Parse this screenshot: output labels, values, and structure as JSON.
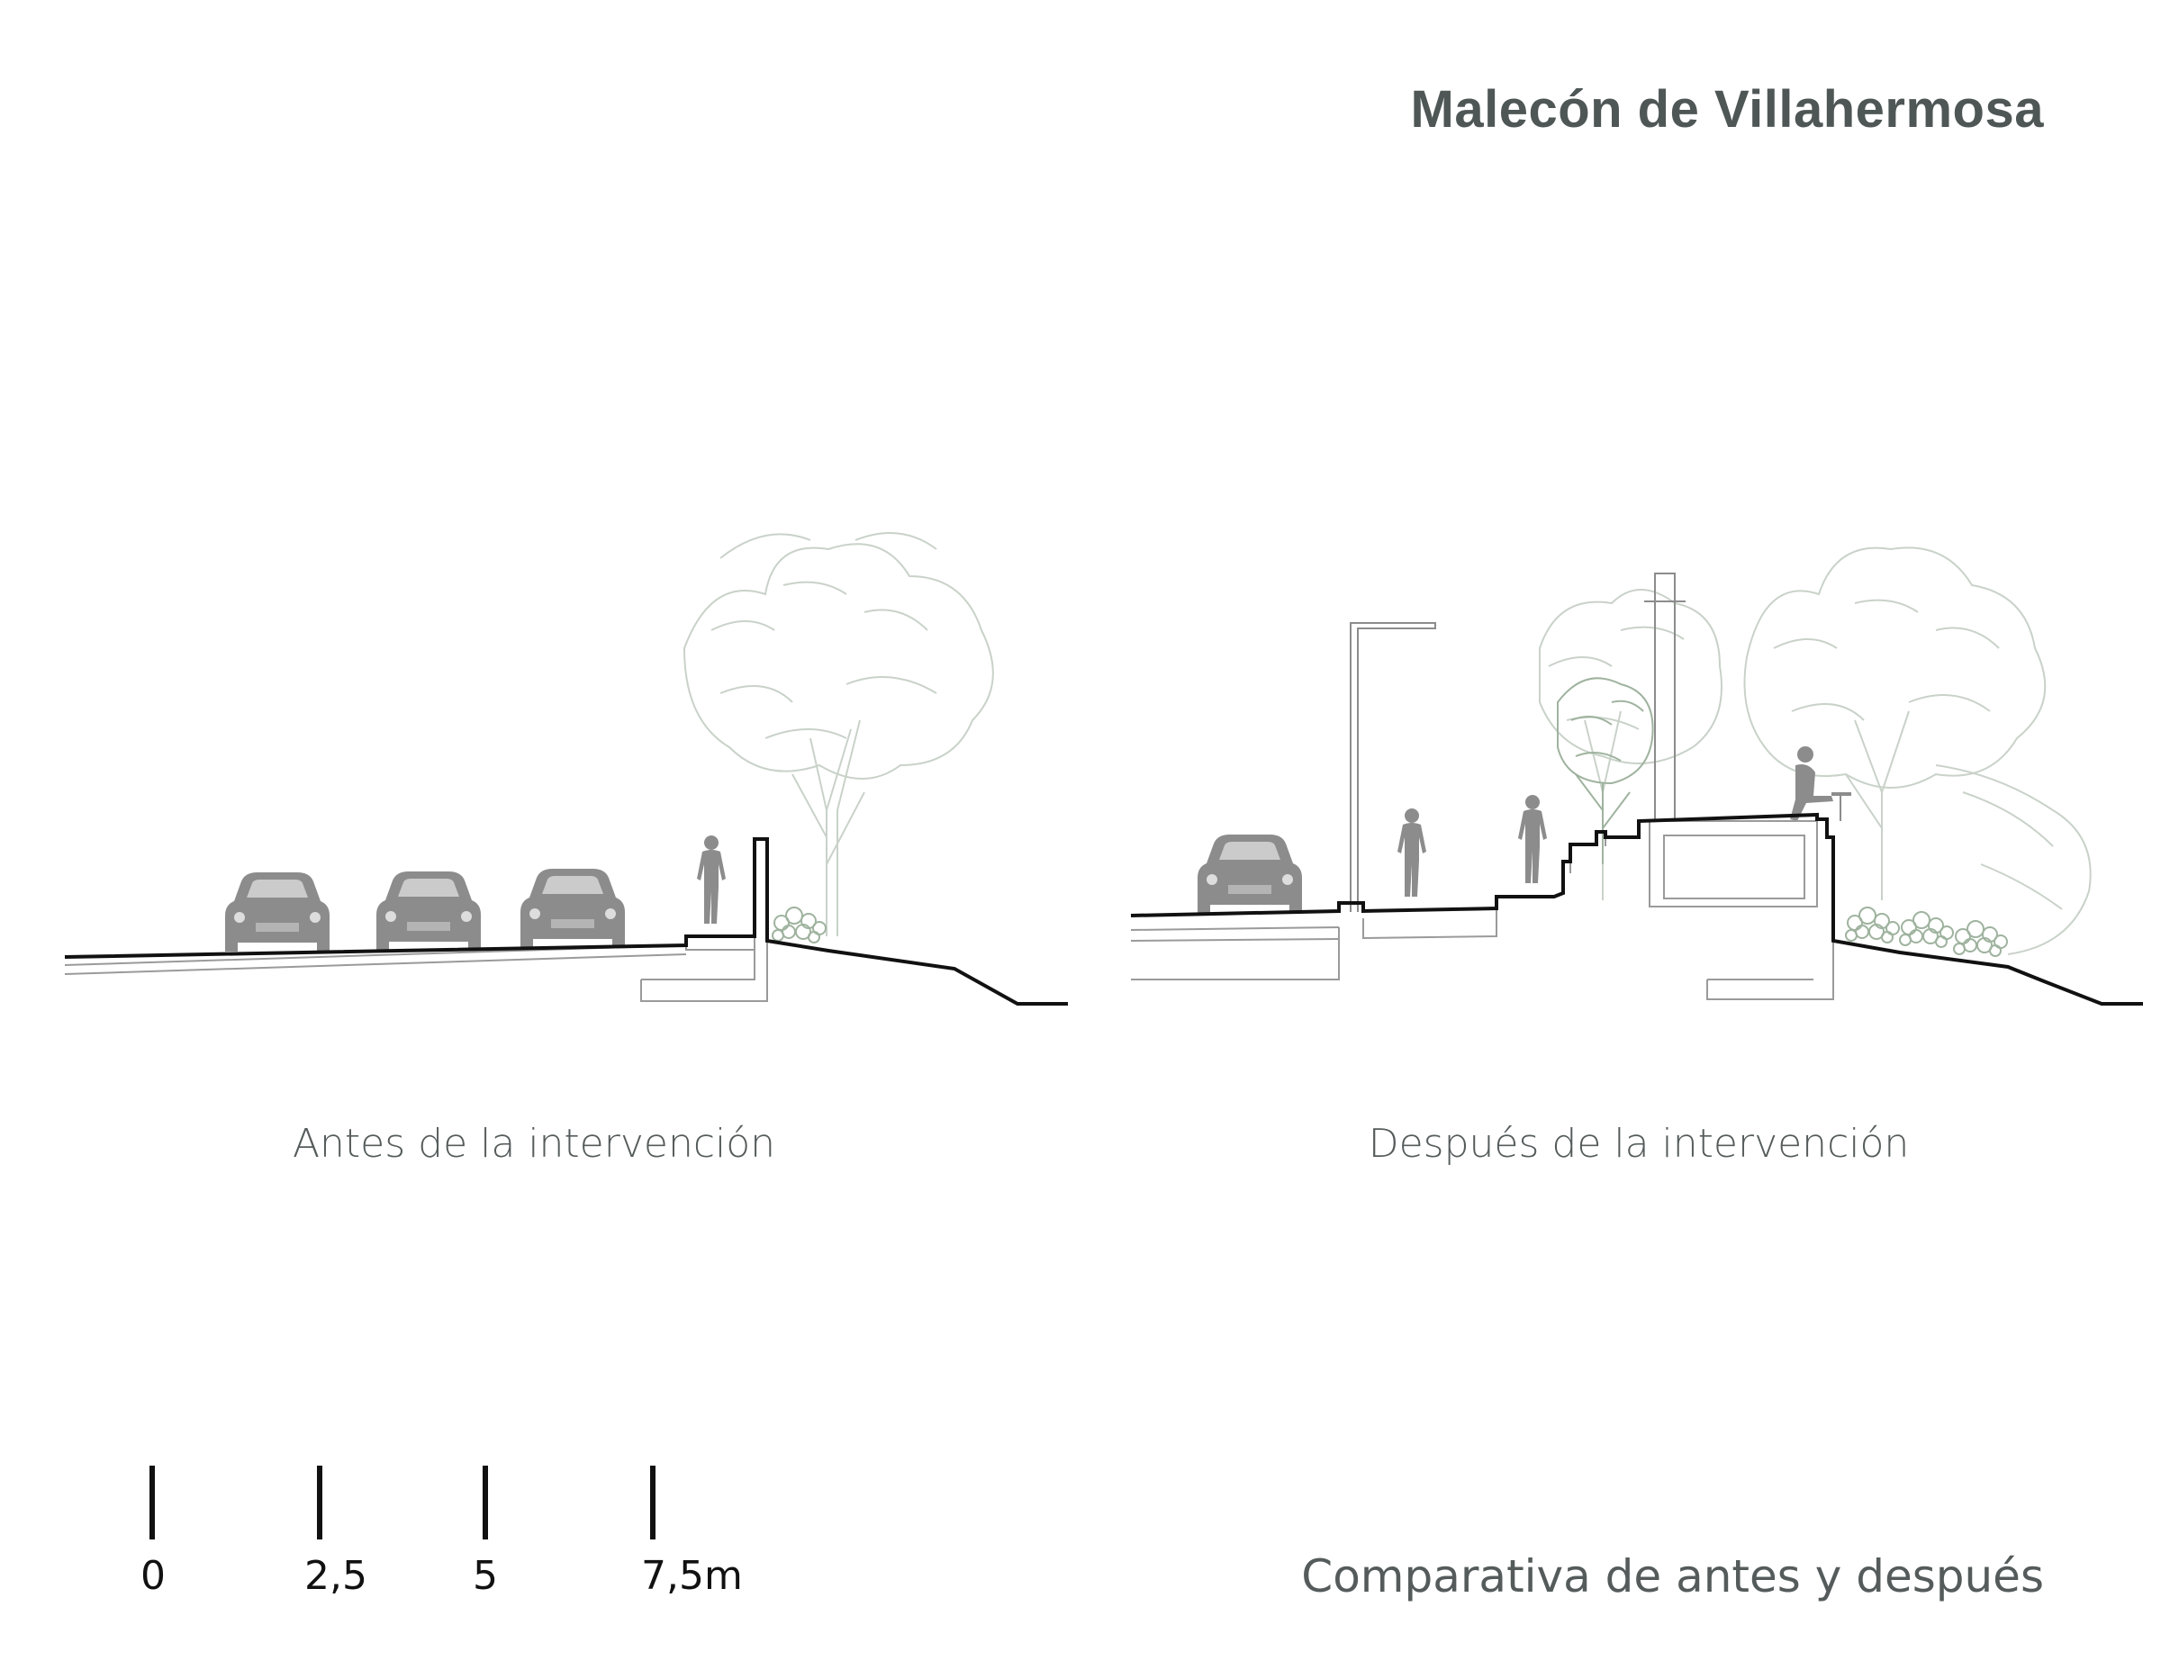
{
  "title": "Malecón de Villahermosa",
  "captions": {
    "before": "Antes de la intervención",
    "after": "Después de la intervención"
  },
  "subtitle": "Comparativa de antes y después",
  "scale": {
    "labels": [
      "0",
      "2,5",
      "5",
      "7,5m"
    ]
  },
  "colors": {
    "text": "#4f5656",
    "section_line": "#111111",
    "figure_gray": "#8c8c8c",
    "tree_line": "#c9d2c9",
    "shrub": "#9fb39f"
  },
  "icons": [
    "car-icon",
    "person-icon",
    "tree-icon",
    "street-lamp-icon",
    "seated-person-icon",
    "shrub-icon"
  ]
}
